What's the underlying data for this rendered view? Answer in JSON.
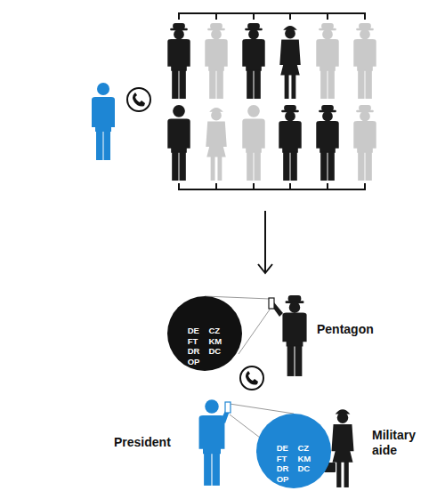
{
  "diagram": {
    "nodes": [
      {
        "text": [
          "DE",
          "CZ",
          "FT",
          "KM",
          "DR",
          "DC",
          "OP"
        ]
      },
      {
        "text": [
          "DE",
          "CZ",
          "FT",
          "KM",
          "DR",
          "DC",
          "OP"
        ]
      }
    ],
    "labels": [
      "Pentagon",
      "President",
      "Military aide"
    ]
  }
}
